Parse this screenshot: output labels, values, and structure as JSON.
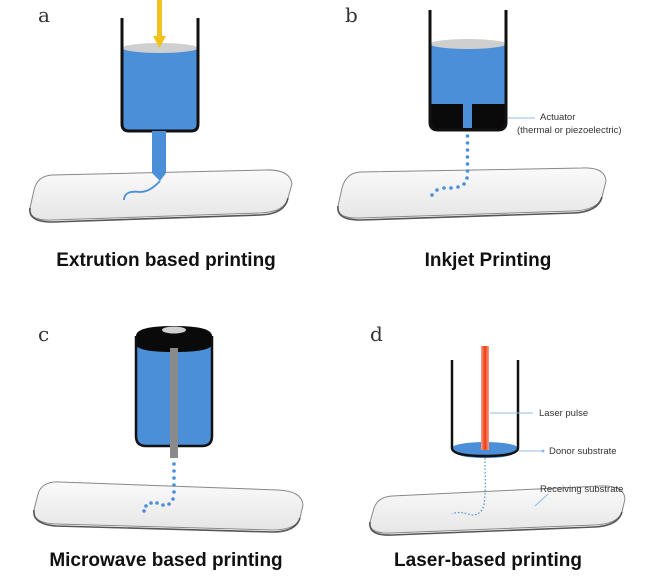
{
  "panels": [
    {
      "letter": "a",
      "caption": "Extrution based printing"
    },
    {
      "letter": "b",
      "caption": "Inkjet Printing"
    },
    {
      "letter": "c",
      "caption": "Microwave based printing"
    },
    {
      "letter": "d",
      "caption": "Laser-based printing"
    }
  ],
  "annotations": {
    "actuator": "Actuator",
    "actuator_detail": "(thermal or piezoelectric)",
    "laser_pulse": "Laser pulse",
    "donor_substrate": "Donor substrate",
    "receiving_substrate": "Receiving substrate"
  },
  "colors": {
    "fluid": "#4a8fd8",
    "fluid_top": "#cfcfcf",
    "outline": "#111111",
    "plunger": "#f2c21a",
    "laser": "#f04a1a",
    "drop": "#4a90d9",
    "leader": "#8cbbe6",
    "substrate": "#f0f0f0"
  }
}
